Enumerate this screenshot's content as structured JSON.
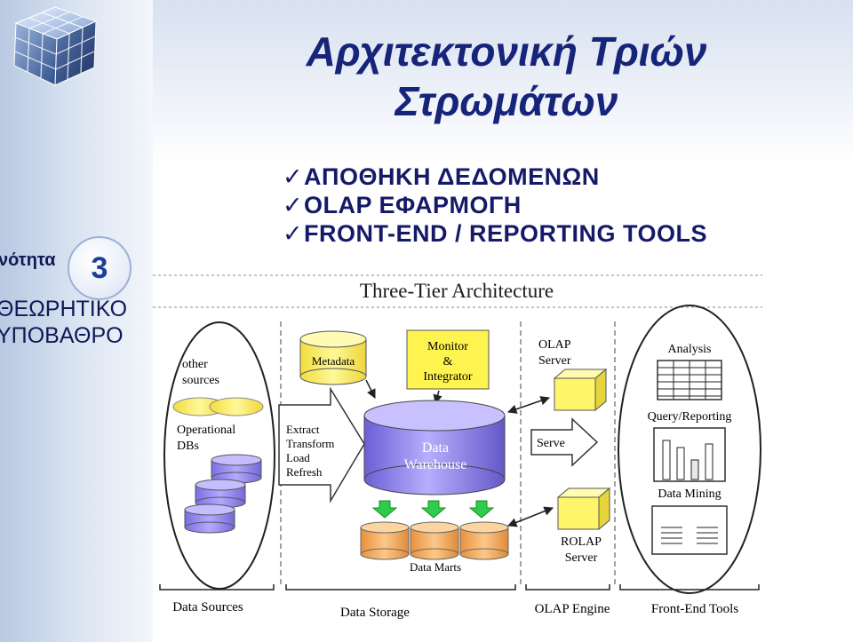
{
  "title": "Αρχιτεκτονική Τριών Στρωμάτων",
  "bullets": [
    "ΑΠΟΘΗΚΗ ΔΕΔΟΜΕΝΩΝ",
    "OLAP ΕΦΑΡΜΟΓΗ",
    "FRONT-END / REPORTING TOOLS"
  ],
  "sidebar": {
    "unit_label": "νότητα",
    "unit_number": "3",
    "subtitle_line1": "ΘΕΩΡΗΤΙΚΟ",
    "subtitle_line2": "ΥΠΟΒΑΘΡΟ"
  },
  "diagram": {
    "heading": "Three-Tier Architecture",
    "other_sources": [
      "other",
      "sources"
    ],
    "operational_dbs": [
      "Operational",
      "DBs"
    ],
    "metadata": "Metadata",
    "monitor": [
      "Monitor",
      "&",
      "Integrator"
    ],
    "etl": [
      "Extract",
      "Transform",
      "Load",
      "Refresh"
    ],
    "data_warehouse": [
      "Data",
      "Warehouse"
    ],
    "data_marts": "Data Marts",
    "olap_server": [
      "OLAP",
      "Server"
    ],
    "serve": "Serve",
    "rolap_server": [
      "ROLAP",
      "Server"
    ],
    "analysis": "Analysis",
    "query_reporting": "Query/Reporting",
    "data_mining": "Data Mining",
    "tier_labels": [
      "Data Sources",
      "Data Storage",
      "OLAP Engine",
      "Front-End Tools"
    ]
  },
  "colors": {
    "title": "#16247a",
    "cylinder_purple": "#9a8cf0",
    "cylinder_yellow": "#fff07a",
    "mart_orange": "#f7b26a",
    "green_arrow": "#2ecc4a"
  }
}
